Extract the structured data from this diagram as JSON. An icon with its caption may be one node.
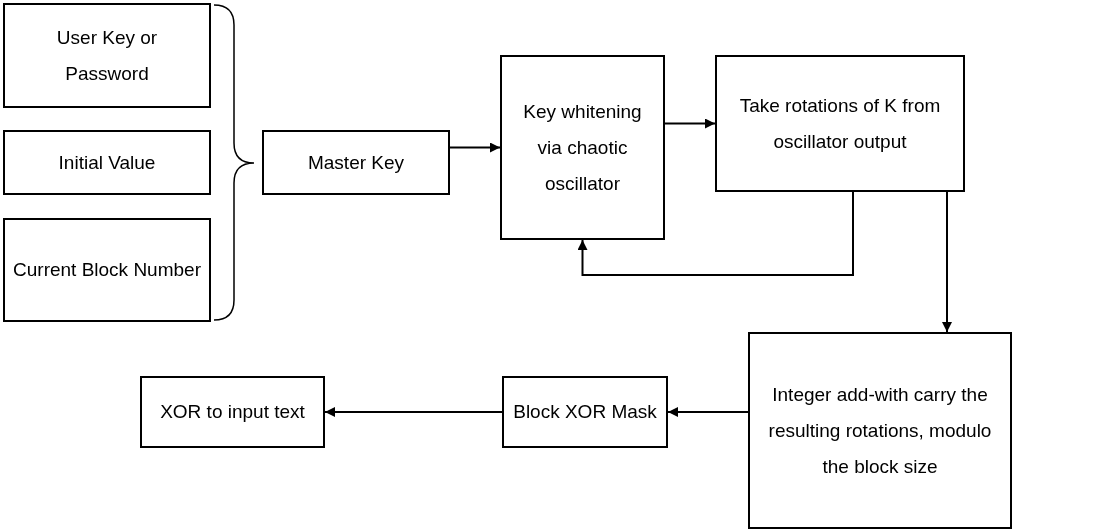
{
  "diagram": {
    "nodes": [
      {
        "text": [
          "User Key or Password"
        ]
      },
      {
        "text": [
          "Initial Value"
        ]
      },
      {
        "text": [
          "Current Block Number"
        ]
      },
      {
        "text": [
          "Master Key"
        ]
      },
      {
        "text": [
          "Key whitening via chaotic oscillator"
        ]
      },
      {
        "text": [
          "Take rotations of K from oscillator output"
        ]
      },
      {
        "text": [
          "Integer add-with carry the resulting rotations, modulo the block size"
        ]
      },
      {
        "text": [
          "Block XOR Mask"
        ]
      },
      {
        "text": [
          "XOR to input text"
        ]
      }
    ],
    "edges": [
      {
        "from": 3,
        "to": 4,
        "arrow": "to"
      },
      {
        "from": 4,
        "to": 5,
        "arrow": "to"
      },
      {
        "from": 5,
        "to": 4,
        "arrow": "to"
      },
      {
        "from": 5,
        "to": 6,
        "arrow": "to"
      },
      {
        "from": 6,
        "to": 7,
        "arrow": "to"
      },
      {
        "from": 7,
        "to": 8,
        "arrow": "to"
      }
    ]
  }
}
